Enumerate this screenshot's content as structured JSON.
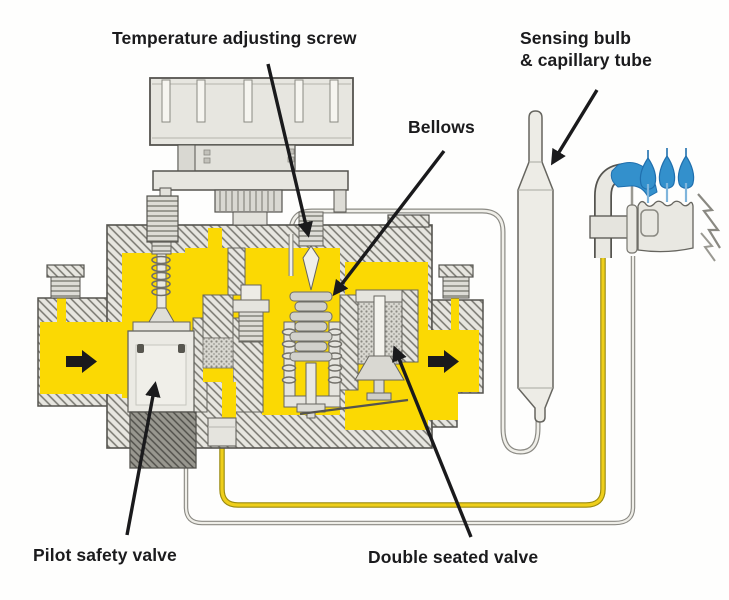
{
  "diagram": {
    "subject": "Thermostatic gas valve cutaway",
    "labels": {
      "temperature_adjusting_screw": "Temperature adjusting screw",
      "sensing_bulb_line1": "Sensing bulb",
      "sensing_bulb_line2": "& capillary tube",
      "bellows": "Bellows",
      "pilot_safety_valve": "Pilot safety valve",
      "double_seated_valve": "Double seated valve"
    },
    "colors": {
      "gas_yellow": "#FBD903",
      "pilot_tube_yellow": "#EFCF1B",
      "flame_blue": "#3390CC",
      "flame_blue_dark": "#1F6FAE",
      "metal_light": "#E9E8E2",
      "metal_mid": "#CFCEC8",
      "metal_dark": "#8F8E88",
      "outline_gray": "#55544F",
      "label_black": "#1B1B1D"
    }
  }
}
